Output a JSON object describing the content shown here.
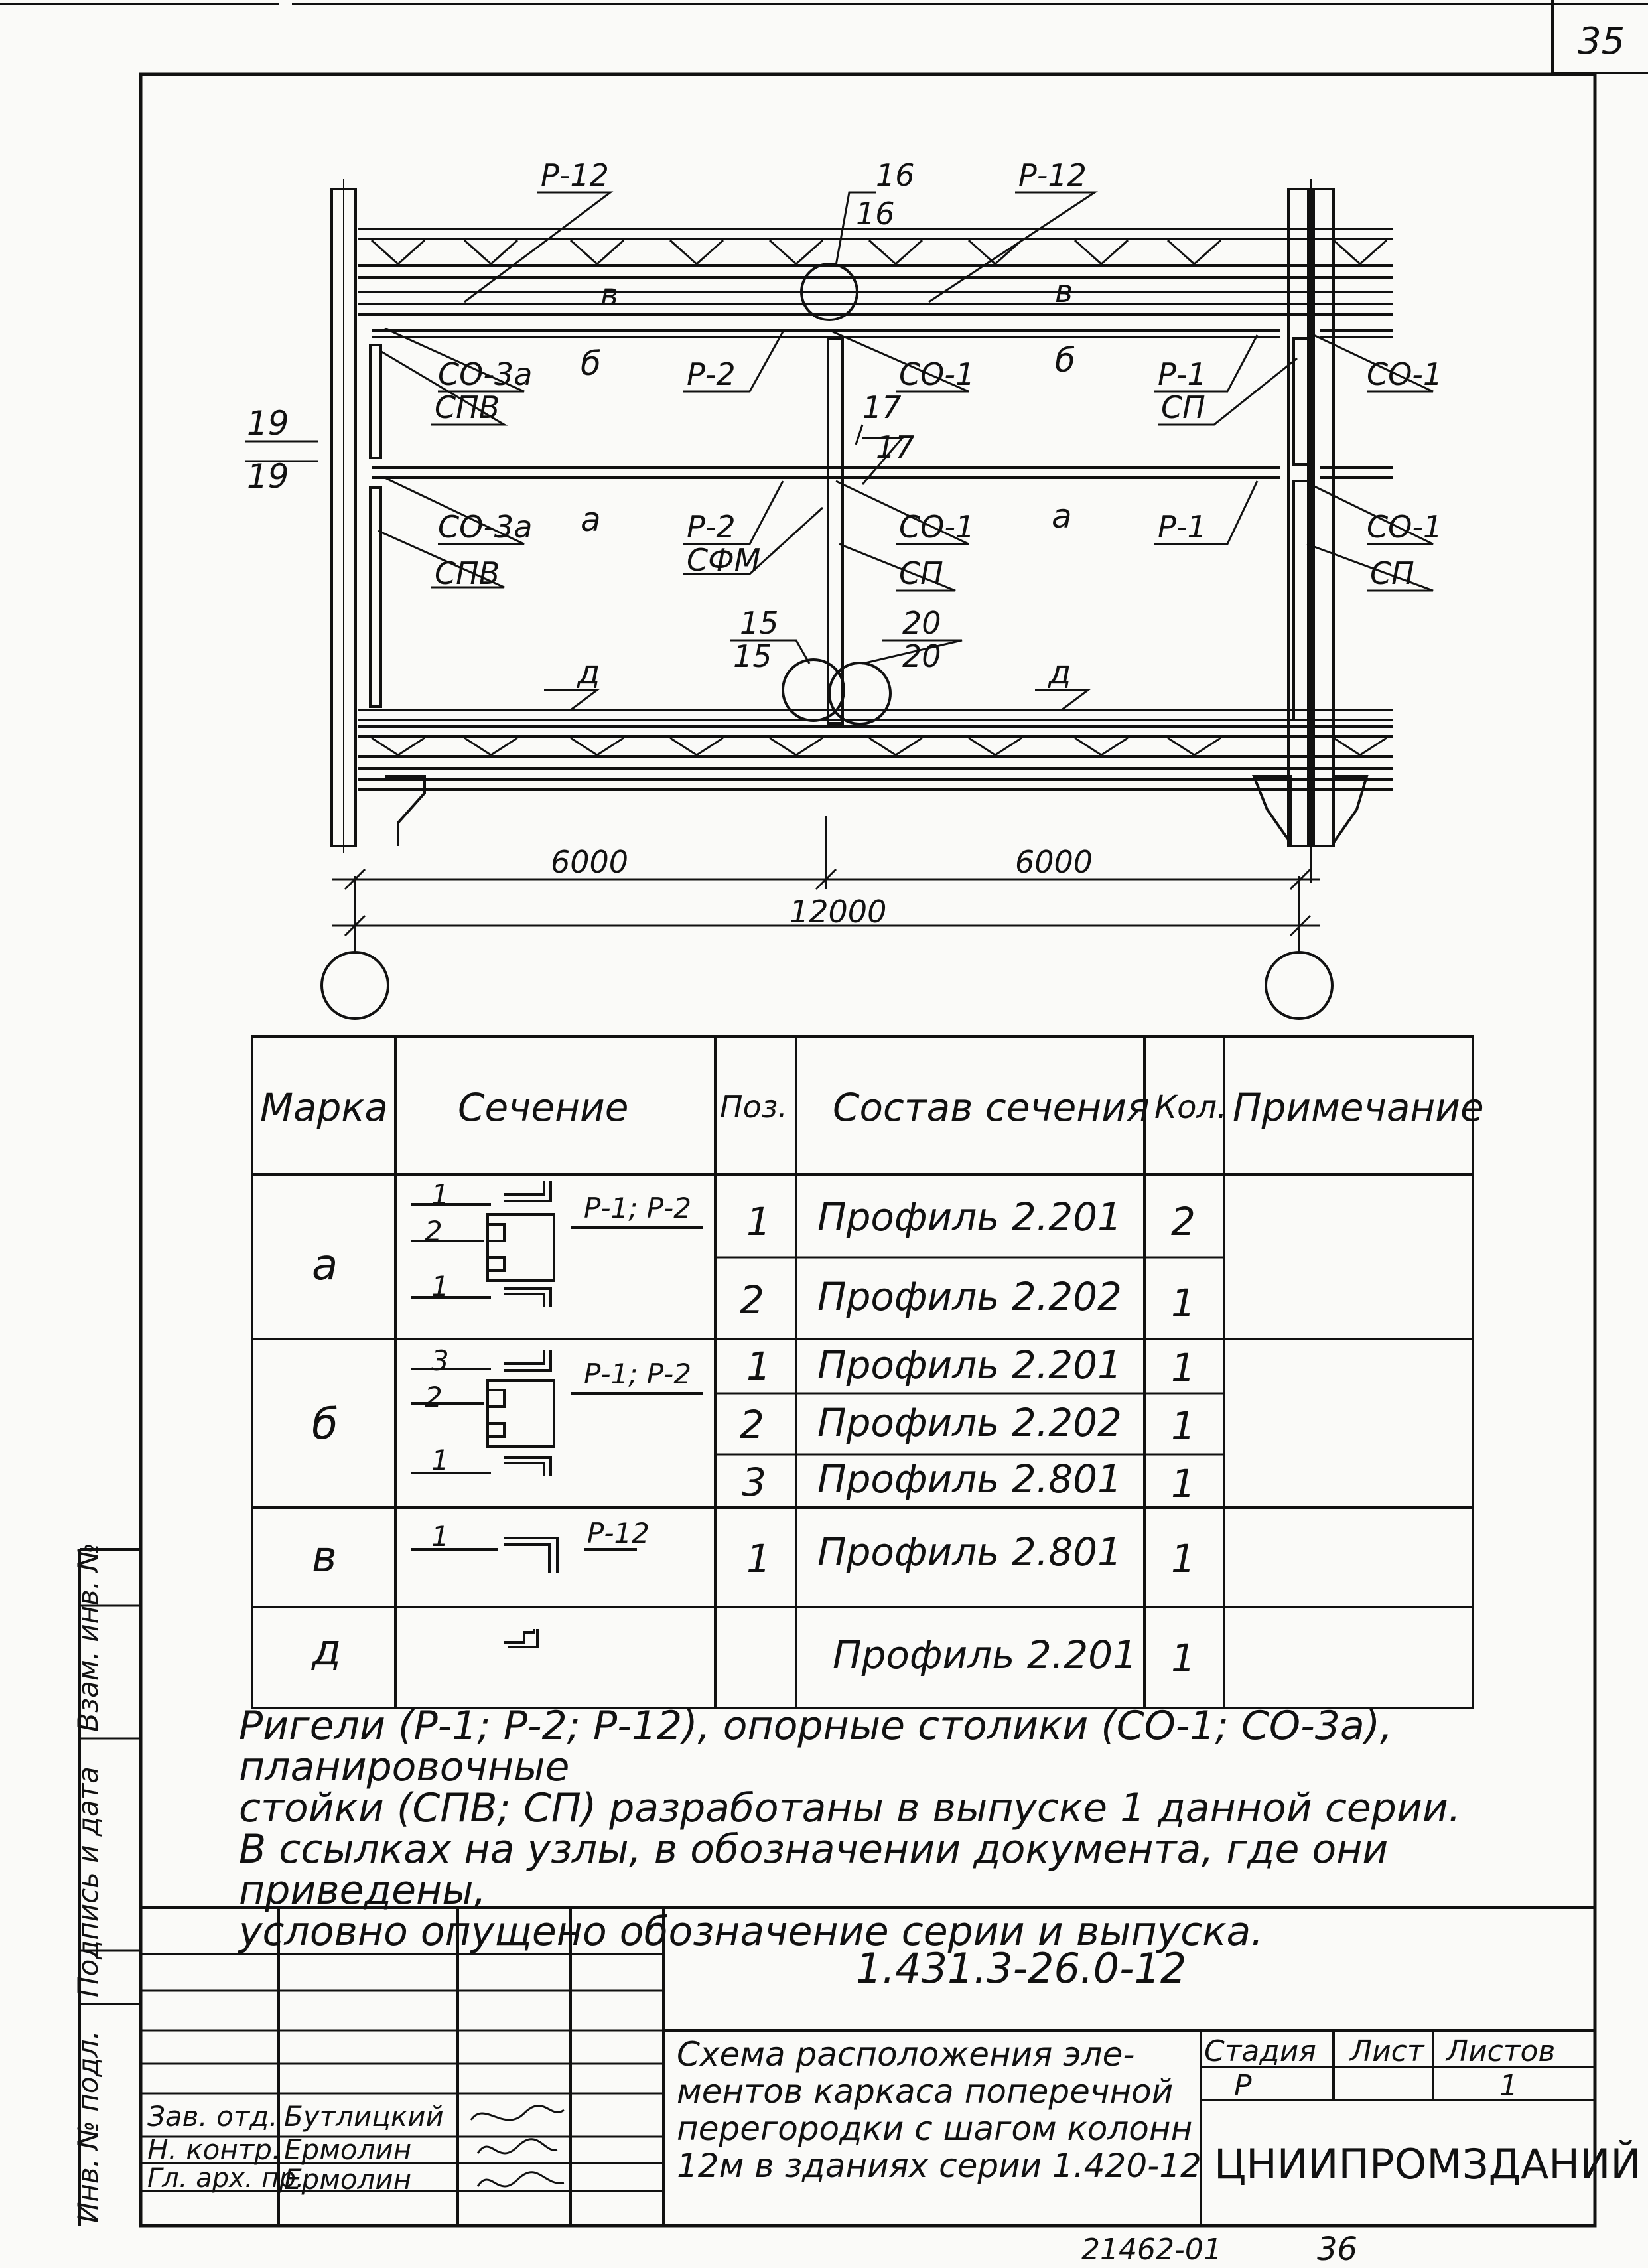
{
  "page_number": "35",
  "drawing": {
    "labels": {
      "p12_left": "Р-12",
      "p12_right": "Р-12",
      "node16_top": "16",
      "node16_bottom": "16",
      "v_left": "в",
      "v_right": "в",
      "co3a_top": "СО-3а",
      "b_left": "б",
      "p2_top": "Р-2",
      "co1_mid_top": "СО-1",
      "b_right": "б",
      "p1_top": "Р-1",
      "co1_right_top": "СО-1",
      "spv_top": "СПВ",
      "node17_top": "17",
      "node17_bottom": "17",
      "sp_right_top": "СП",
      "node19_top": "19",
      "node19_bottom": "19",
      "co3a_bottom": "СО-3а",
      "a_left": "а",
      "p2_bottom": "Р-2",
      "co1_mid_bottom": "СО-1",
      "a_right": "а",
      "p1_bottom": "Р-1",
      "co1_right_bottom": "СО-1",
      "sfm": "СФМ",
      "spv_bottom": "СПВ",
      "sp_mid": "СП",
      "sp_right_bottom": "СП",
      "node15_top": "15",
      "node15_bottom": "15",
      "node20_top": "20",
      "node20_bottom": "20",
      "g_left": "д",
      "g_right": "д",
      "dim_left": "6000",
      "dim_right": "6000",
      "dim_total": "12000"
    }
  },
  "spec_table": {
    "headers": [
      "Марка",
      "Сечение",
      "Поз.",
      "Состав сечения",
      "Кол.",
      "Примечание"
    ],
    "groups": [
      {
        "mark": "а",
        "section_label": "Р-1; Р-2",
        "section_pos": [
          "1",
          "2",
          "1"
        ],
        "rows": [
          {
            "pos": "1",
            "composition": "Профиль 2.201",
            "qty": "2"
          },
          {
            "pos": "2",
            "composition": "Профиль 2.202",
            "qty": "1"
          }
        ]
      },
      {
        "mark": "б",
        "section_label": "Р-1; Р-2",
        "section_pos": [
          "3",
          "2",
          "1"
        ],
        "rows": [
          {
            "pos": "1",
            "composition": "Профиль 2.201",
            "qty": "1"
          },
          {
            "pos": "2",
            "composition": "Профиль 2.202",
            "qty": "1"
          },
          {
            "pos": "3",
            "composition": "Профиль 2.801",
            "qty": "1"
          }
        ]
      },
      {
        "mark": "в",
        "section_label": "Р-12",
        "section_pos": [
          "1"
        ],
        "rows": [
          {
            "pos": "1",
            "composition": "Профиль 2.801",
            "qty": "1"
          }
        ]
      },
      {
        "mark": "д",
        "section_label": "",
        "section_pos": [],
        "rows": [
          {
            "pos": "",
            "composition": "Профиль 2.201",
            "qty": "1"
          }
        ]
      }
    ]
  },
  "notes": [
    "Ригели (Р-1; Р-2; Р-12), опорные столики (СО-1; СО-3а), планировочные",
    "стойки (СПВ; СП) разработаны в выпуске 1 данной серии.",
    "В ссылках на узлы, в обозначении документа, где они приведены,",
    "условно опущено обозначение серии и выпуска."
  ],
  "side_stamp": {
    "col1": "Инв. № подл.",
    "col2": "Подпись и дата",
    "col3": "Взам. инв. №"
  },
  "title_block": {
    "doc_code": "1.431.3-26.0-12",
    "title": [
      "Схема расположения эле-",
      "ментов каркаса поперечной",
      "перегородки с шагом колонн",
      "12м в зданиях серии 1.420-12"
    ],
    "stage_header": "Стадия",
    "sheet_header": "Лист",
    "sheets_header": "Листов",
    "stage": "Р",
    "sheet": "",
    "sheets": "1",
    "org": "ЦНИИПРОМЗДАНИЙ",
    "people": [
      {
        "role": "Зав. отд.",
        "name": "Бутлицкий"
      },
      {
        "role": "Н. контр.",
        "name": "Ермолин"
      },
      {
        "role": "Гл. арх. пр.",
        "name": "Ермолин"
      }
    ]
  },
  "footer": {
    "archive_no": "21462-01",
    "page": "36"
  }
}
